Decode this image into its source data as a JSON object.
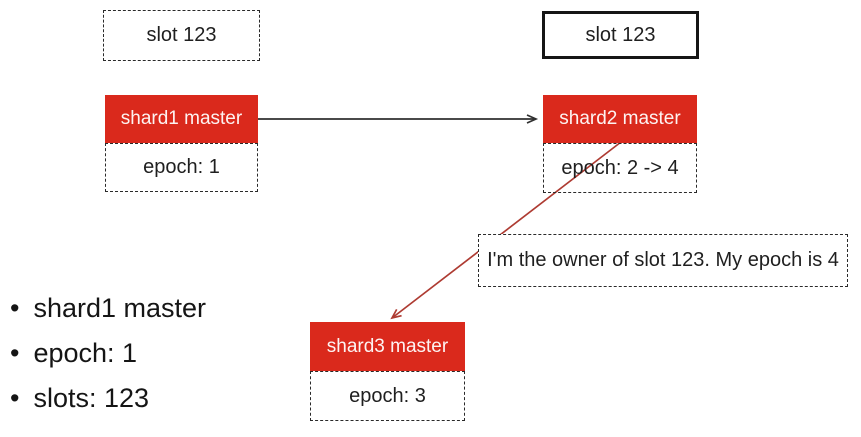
{
  "slot_left": {
    "label": "slot 123"
  },
  "slot_right": {
    "label": "slot 123"
  },
  "shards": {
    "shard1": {
      "title": "shard1 master",
      "epoch": "epoch: 1"
    },
    "shard2": {
      "title": "shard2 master",
      "epoch": "epoch: 2 -> 4"
    },
    "shard3": {
      "title": "shard3 master",
      "epoch": "epoch: 3"
    }
  },
  "message": {
    "text": "I'm the owner of slot 123. My epoch is 4"
  },
  "bullets": {
    "items": [
      "shard1 master",
      "epoch: 1",
      "slots: 123"
    ]
  },
  "colors": {
    "shard_box_fill": "#da291c",
    "shard_box_text": "#fdf3f2",
    "black_arrow": "#303030",
    "red_arrow": "#ae3b32"
  }
}
